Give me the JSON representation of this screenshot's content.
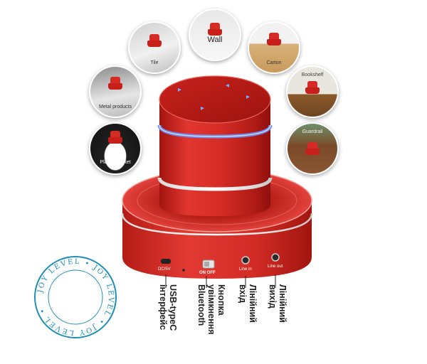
{
  "surfaces": [
    {
      "id": "tile",
      "label": "Tile"
    },
    {
      "id": "wall",
      "label": "Wall"
    },
    {
      "id": "carton",
      "label": "Carton"
    },
    {
      "id": "metal",
      "label": "Metal products"
    },
    {
      "id": "bookshelf",
      "label": "Bookshelf"
    },
    {
      "id": "plastic",
      "label": "Plastic bucket"
    },
    {
      "id": "guardrail",
      "label": "Guardrail"
    }
  ],
  "ports": {
    "dc": "DC/5V",
    "switch": "ON OFF",
    "line_in": "Line in",
    "line_out": "Line out"
  },
  "captions": [
    {
      "id": "usb",
      "text": "USB-typeC\nінтерфейс"
    },
    {
      "id": "bt",
      "text": "Кнопка\nувімкнення\nBluetooth"
    },
    {
      "id": "linein",
      "text": "Лінійний\nвхід"
    },
    {
      "id": "lineout",
      "text": "Лінійний\nвихід"
    }
  ],
  "watermark": {
    "text": "JOY LEVEL"
  },
  "colors": {
    "speaker_red": "#d32b25",
    "speaker_dark": "#9e1512",
    "ring_blue": "#5b8cff",
    "touch_led": "#6aa0ff"
  }
}
